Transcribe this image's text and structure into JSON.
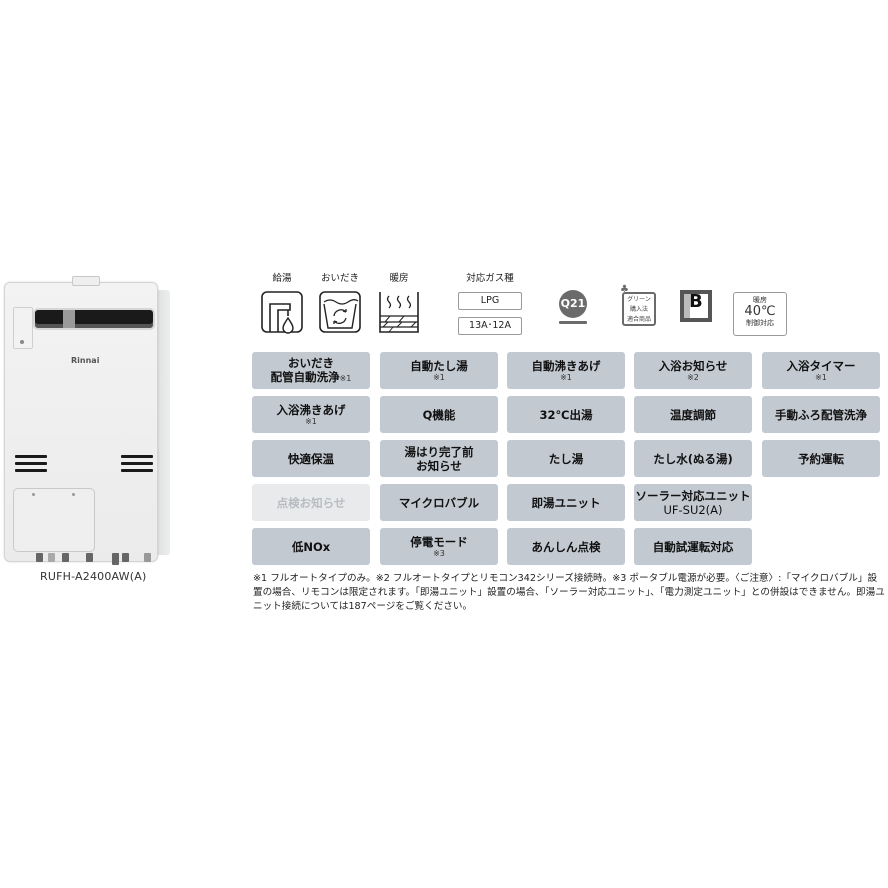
{
  "product": {
    "brand": "Rinnai",
    "model": "RUFH-A2400AW(A)"
  },
  "icons": {
    "hot_water": {
      "caption": "給湯",
      "icon": "faucet-drop-icon"
    },
    "reheat": {
      "caption": "おいだき",
      "icon": "bath-circulation-icon"
    },
    "heating": {
      "caption": "暖房",
      "icon": "floor-heating-icon"
    },
    "gas": {
      "caption": "対応ガス種",
      "types": [
        "LPG",
        "13A･12A"
      ]
    },
    "q21": {
      "label": "Q21",
      "icon": "q21-certification-icon"
    },
    "green_purchase": {
      "lines": [
        "グリーン",
        "購入法",
        "適合商品"
      ],
      "leaf": "♣"
    },
    "ub": {
      "label": "B",
      "icon": "ub-mark-icon"
    },
    "heating40": {
      "top": "暖房",
      "temp": "40℃",
      "bottom": "制御対応"
    }
  },
  "features": [
    {
      "label": "おいだき\n配管自動洗浄",
      "note": "※1",
      "note_inline": true,
      "enabled": true
    },
    {
      "label": "自動たし湯",
      "note": "※1",
      "enabled": true
    },
    {
      "label": "自動沸きあげ",
      "note": "※1",
      "enabled": true
    },
    {
      "label": "入浴お知らせ",
      "note": "※2",
      "enabled": true
    },
    {
      "label": "入浴タイマー",
      "note": "※1",
      "enabled": true
    },
    {
      "label": "入浴沸きあげ",
      "note": "※1",
      "enabled": true
    },
    {
      "label": "Q機能",
      "note": "",
      "enabled": true
    },
    {
      "label": "32℃出湯",
      "note": "",
      "enabled": true
    },
    {
      "label": "温度調節",
      "note": "",
      "enabled": true
    },
    {
      "label": "手動ふろ配管洗浄",
      "note": "",
      "enabled": true
    },
    {
      "label": "快適保温",
      "note": "",
      "enabled": true
    },
    {
      "label": "湯はり完了前",
      "label2": "お知らせ",
      "note": "",
      "enabled": true
    },
    {
      "label": "たし湯",
      "note": "",
      "enabled": true
    },
    {
      "label": "たし水(ぬる湯)",
      "note": "",
      "enabled": true
    },
    {
      "label": "予約運転",
      "note": "",
      "enabled": true
    },
    {
      "label": "点検お知らせ",
      "note": "",
      "enabled": false
    },
    {
      "label": "マイクロバブル",
      "note": "",
      "enabled": true
    },
    {
      "label": "即湯ユニット",
      "note": "",
      "enabled": true
    },
    {
      "label": "ソーラー対応ユニット",
      "label2": "UF-SU2(A)",
      "note": "",
      "enabled": true
    },
    {
      "label": "低NOx",
      "note": "",
      "enabled": true
    },
    {
      "label": "停電モード",
      "note": "※3",
      "enabled": true
    },
    {
      "label": "あんしん点検",
      "note": "",
      "enabled": true
    },
    {
      "label": "自動試運転対応",
      "note": "",
      "enabled": true
    }
  ],
  "feature_cells": {
    "c0_l1": "おいだき",
    "c0_l2": "配管自動洗浄",
    "c0_n": "※1",
    "c1_l": "自動たし湯",
    "c1_n": "※1",
    "c2_l": "自動沸きあげ",
    "c2_n": "※1",
    "c3_l": "入浴お知らせ",
    "c3_n": "※2",
    "c4_l": "入浴タイマー",
    "c4_n": "※1",
    "c5_l": "入浴沸きあげ",
    "c5_n": "※1",
    "c6_l": "Q機能",
    "c7_l": "32℃出湯",
    "c8_l": "温度調節",
    "c9_l": "手動ふろ配管洗浄",
    "c10_l": "快適保温",
    "c11_l1": "湯はり完了前",
    "c11_l2": "お知らせ",
    "c12_l": "たし湯",
    "c13_l": "たし水(ぬる湯)",
    "c14_l": "予約運転",
    "c15_l": "点検お知らせ",
    "c16_l": "マイクロバブル",
    "c17_l": "即湯ユニット",
    "c18_l1": "ソーラー対応ユニット",
    "c18_l2": "UF-SU2(A)",
    "c19_l": "低NOx",
    "c20_l": "停電モード",
    "c20_n": "※3",
    "c21_l": "あんしん点検",
    "c22_l": "自動試運転対応"
  },
  "footnotes": {
    "text": "※1 フルオートタイプのみ。※2 フルオートタイプとリモコン342シリーズ接続時。※3 ポータブル電源が必要。〈ご注意〉:「マイクロバブル」設置の場合、リモコンは限定されます。「即湯ユニット」設置の場合、「ソーラー対応ユニット」、「電力測定ユニット」との併設はできません。即湯ユニット接続については187ページをご覧ください。"
  },
  "colors": {
    "cell_bg": "#c3c9d1",
    "cell_disabled_bg": "#e8eaec",
    "cell_disabled_text": "#b8bcc1",
    "icon_gray": "#6b6b6b"
  }
}
